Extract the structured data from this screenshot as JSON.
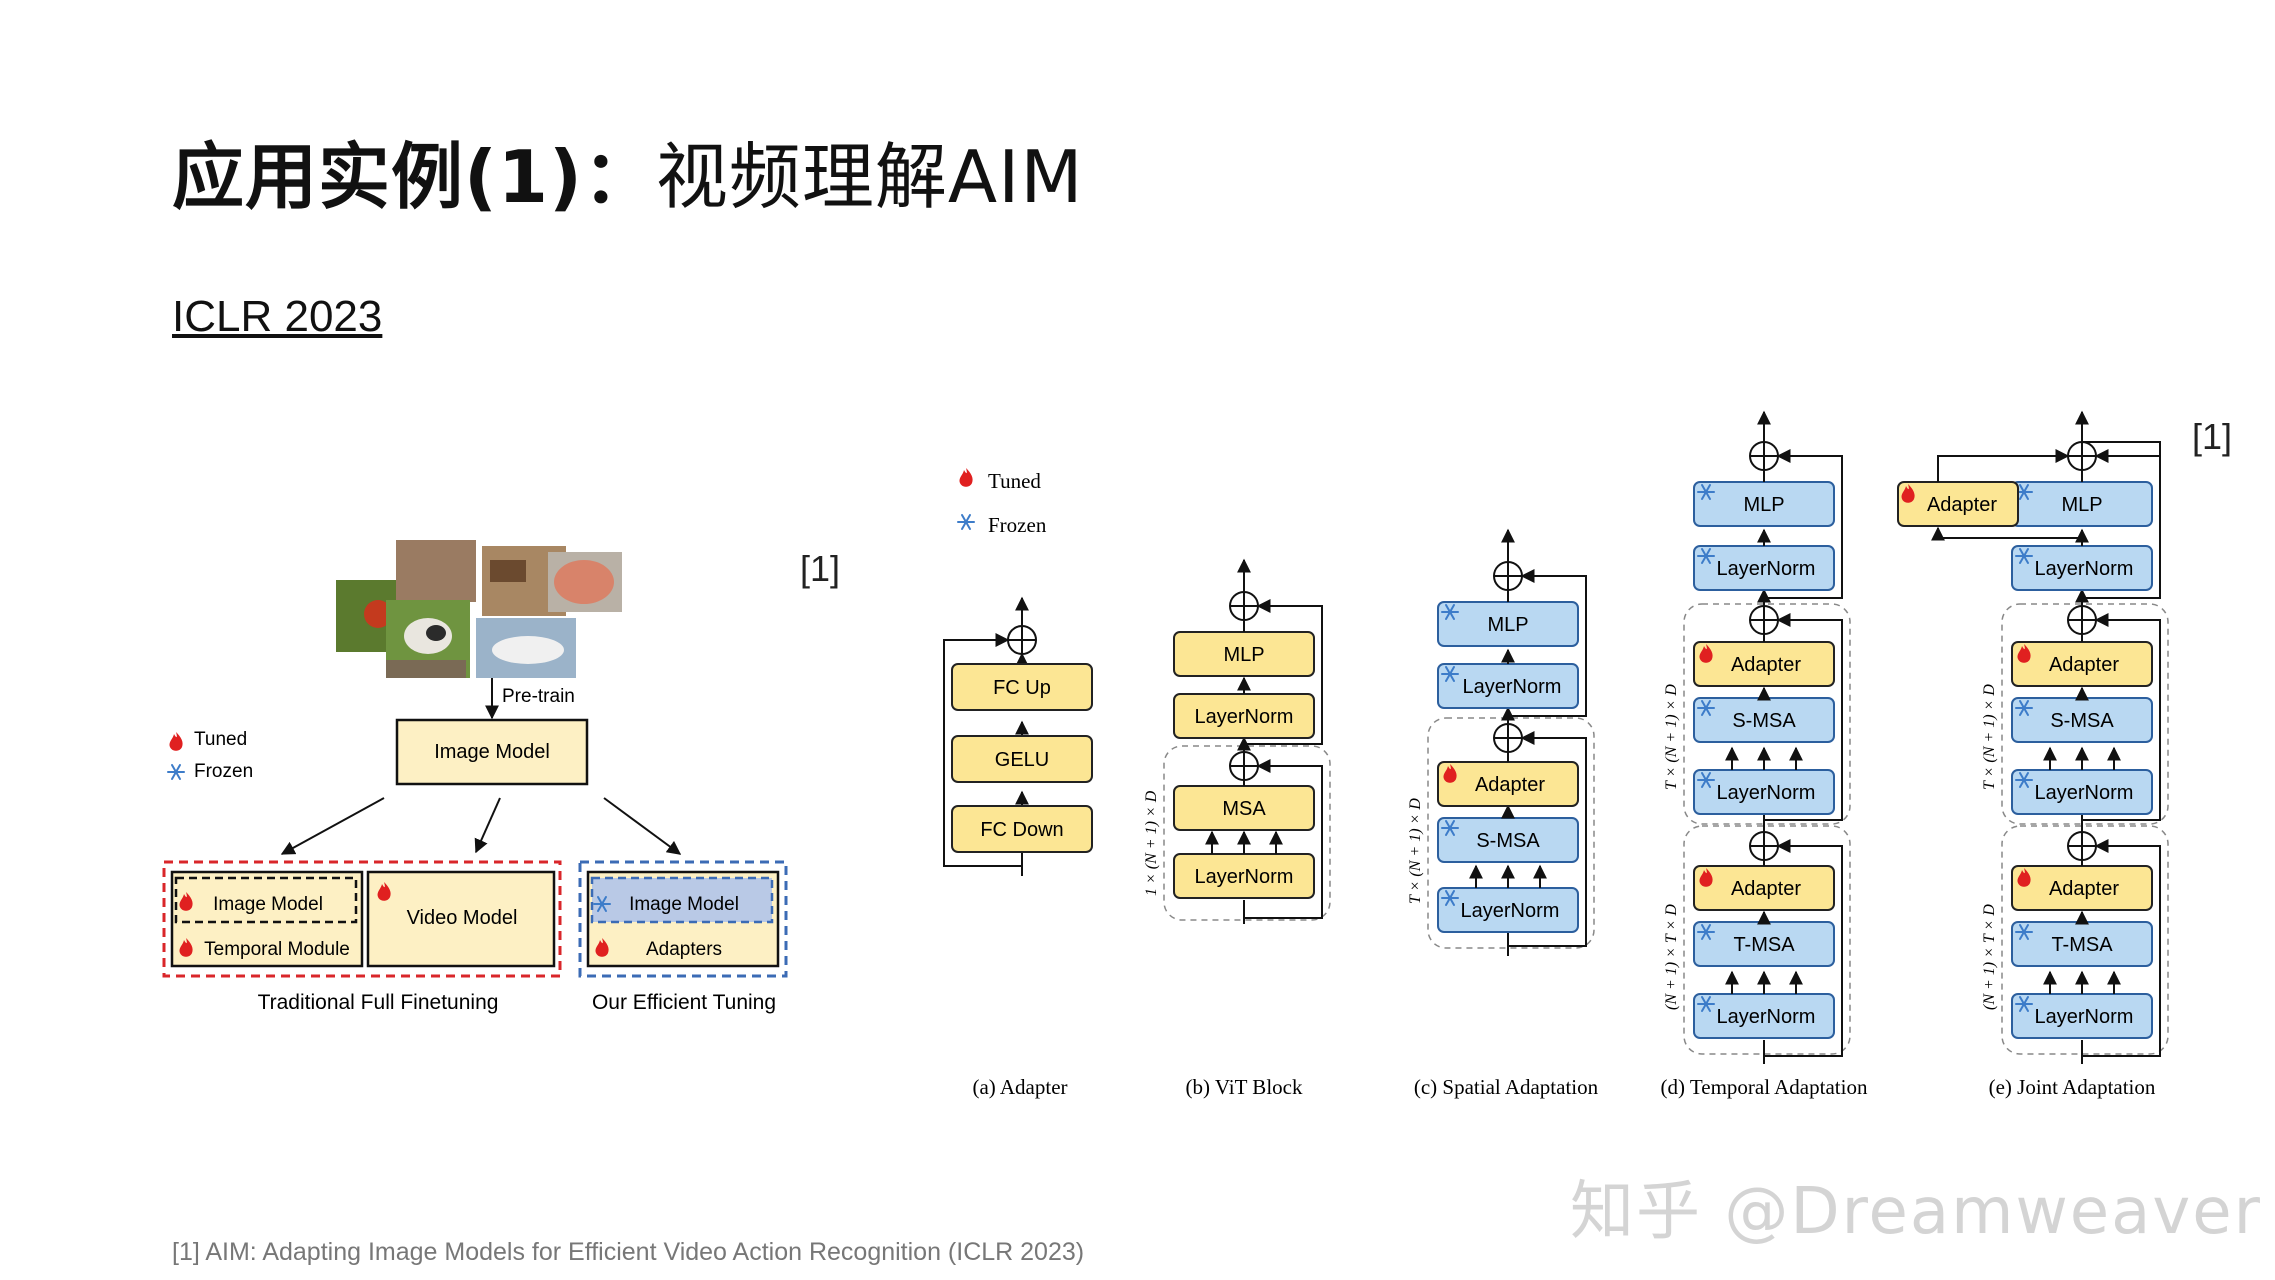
{
  "slide": {
    "title_bold": "应用实例(1)：",
    "title_rest": "视频理解AIM",
    "venue": "ICLR 2023",
    "ref_mark_left": "[1]",
    "ref_mark_right": "[1]",
    "footnote": "[1] AIM: Adapting Image Models for Efficient Video Action Recognition (ICLR 2023)",
    "watermark": "知乎 @Dreamweaver"
  },
  "left_figure": {
    "pretrain_label": "Pre-train",
    "image_model_label": "Image Model",
    "legend": {
      "tuned": "Tuned",
      "frozen": "Frozen"
    },
    "traditional_group": {
      "image_model": "Image Model",
      "temporal_module": "Temporal Module",
      "video_model": "Video Model",
      "caption": "Traditional Full Finetuning"
    },
    "efficient_group": {
      "image_model": "Image Model",
      "adapters": "Adapters",
      "caption": "Our Efficient Tuning"
    }
  },
  "right_figure": {
    "legend": {
      "tuned": "Tuned",
      "frozen": "Frozen"
    },
    "a": {
      "fc_up": "FC Up",
      "gelu": "GELU",
      "fc_down": "FC Down",
      "caption": "(a) Adapter"
    },
    "b": {
      "mlp": "MLP",
      "layernorm_top": "LayerNorm",
      "msa": "MSA",
      "layernorm_bottom": "LayerNorm",
      "side_label": "1 × (N + 1) × D",
      "caption": "(b) ViT Block"
    },
    "c": {
      "mlp": "MLP",
      "layernorm_top": "LayerNorm",
      "adapter": "Adapter",
      "smsa": "S-MSA",
      "layernorm_bottom": "LayerNorm",
      "side_label": "T × (N + 1) × D",
      "caption": "(c) Spatial Adaptation"
    },
    "d": {
      "mlp": "MLP",
      "layernorm_top": "LayerNorm",
      "adapter_mid": "Adapter",
      "smsa": "S-MSA",
      "layernorm_mid": "LayerNorm",
      "adapter_low": "Adapter",
      "tmsa": "T-MSA",
      "layernorm_low": "LayerNorm",
      "side_label_upper": "T × (N + 1) × D",
      "side_label_lower": "(N + 1) × T × D",
      "caption": "(d) Temporal Adaptation"
    },
    "e": {
      "adapter_top": "Adapter",
      "mlp": "MLP",
      "layernorm_top": "LayerNorm",
      "adapter_mid": "Adapter",
      "smsa": "S-MSA",
      "layernorm_mid": "LayerNorm",
      "adapter_low": "Adapter",
      "tmsa": "T-MSA",
      "layernorm_low": "LayerNorm",
      "side_label_upper": "T × (N + 1) × D",
      "side_label_lower": "(N + 1) × T × D",
      "caption": "(e) Joint Adaptation"
    }
  },
  "colors": {
    "tuned_fill": "#fce694",
    "tuned_stroke": "#222222",
    "frozen_fill": "#b9d8f2",
    "frozen_stroke": "#2c5f9e",
    "cream_fill": "#fdf0c4",
    "red_dash": "#d9262a",
    "blue_dash": "#3b6bb5",
    "flame": "#e02020",
    "snow": "#3d7cc9"
  }
}
